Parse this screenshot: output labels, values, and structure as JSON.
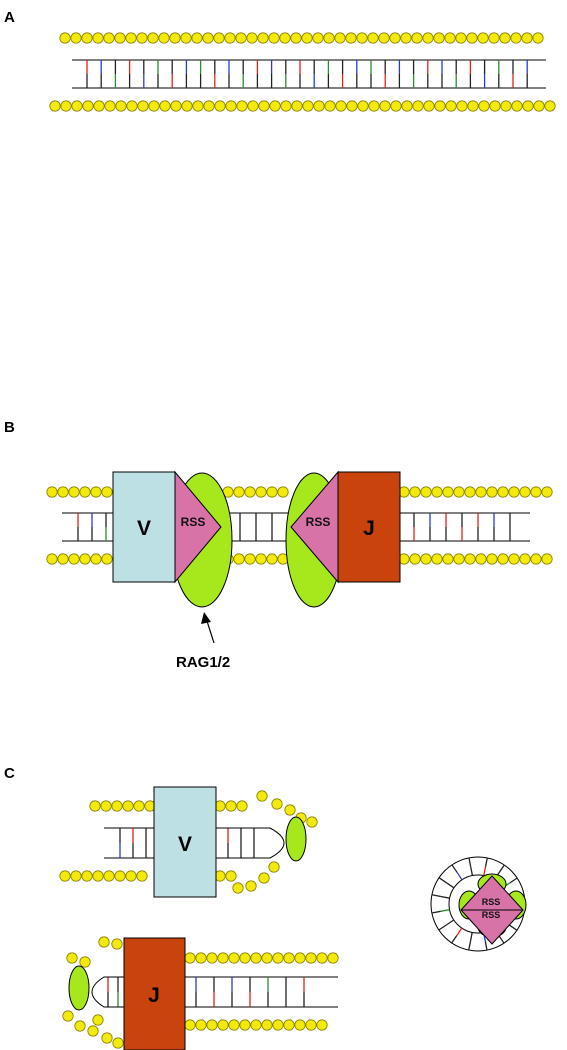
{
  "panels": {
    "a": {
      "label": "A"
    },
    "b": {
      "label": "B",
      "v_label": "V",
      "j_label": "J",
      "rss_left": "RSS",
      "rss_right": "RSS",
      "callout": "RAG1/2"
    },
    "c": {
      "label": "C",
      "v_label": "V",
      "j_label": "J",
      "rss_top": "RSS",
      "rss_bottom": "RSS"
    }
  },
  "colors": {
    "histone": "#f2ea0c",
    "histone_stroke": "#8a7f00",
    "v_segment": "#bde0e5",
    "j_segment": "#c8440c",
    "rss": "#d873a8",
    "rag": "#a6e81c",
    "rung_red": "#e2231a",
    "rung_blue": "#2a3bd6",
    "rung_green": "#2e8b2e",
    "rung_black": "#222222"
  }
}
